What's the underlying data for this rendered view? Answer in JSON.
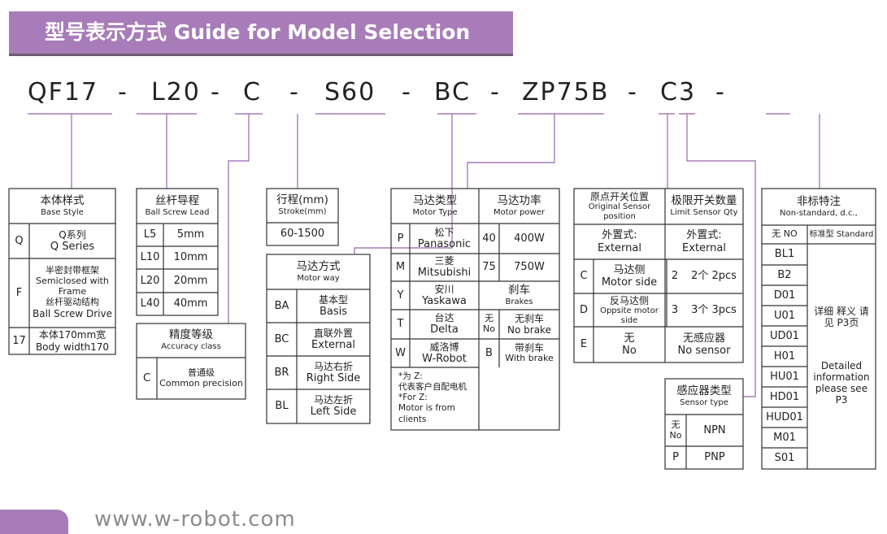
{
  "header": {
    "title": "型号表示方式  Guide for Model Selection"
  },
  "code": [
    "QF17",
    "-",
    "L20",
    "-",
    "C",
    "-",
    "S60",
    "-",
    "BC",
    "-",
    "ZP75B",
    "-",
    "C3",
    "-"
  ],
  "base": {
    "title": "本体样式",
    "title_en": "Base   Style",
    "rows": [
      {
        "code": "Q",
        "desc": "Q系列",
        "desc_en": "Q Series"
      },
      {
        "code": "F",
        "desc": "半密封带框架",
        "desc_en": "Semiclosed with Frame",
        "desc2": "丝杆驱动结构",
        "desc2_en": "Ball Screw Drive"
      },
      {
        "code": "17",
        "desc": "本体170mm宽",
        "desc_en": "Body width170"
      }
    ]
  },
  "lead": {
    "title": "丝杆导程",
    "title_en": "Ball Screw Lead",
    "rows": [
      {
        "code": "L5",
        "value": "5mm"
      },
      {
        "code": "L10",
        "value": "10mm"
      },
      {
        "code": "L20",
        "value": "20mm"
      },
      {
        "code": "L40",
        "value": "40mm"
      }
    ]
  },
  "accuracy": {
    "title": "精度等级",
    "title_en": "Accuracy class",
    "rows": [
      {
        "code": "C",
        "desc": "普通级",
        "desc_en": "Common precision"
      }
    ]
  },
  "stroke": {
    "title": "行程(mm)",
    "title_en": "Stroke(mm)",
    "value": "60-1500"
  },
  "motor_way": {
    "title": "马达方式",
    "title_en": "Motor way",
    "rows": [
      {
        "code": "BA",
        "desc": "基本型",
        "desc_en": "Basis"
      },
      {
        "code": "BC",
        "desc": "直联外置",
        "desc_en": "External"
      },
      {
        "code": "BR",
        "desc": "马达右折",
        "desc_en": "Right Side"
      },
      {
        "code": "BL",
        "desc": "马达左折",
        "desc_en": "Left Side"
      }
    ]
  },
  "motor_type": {
    "title": "马达类型",
    "title_en": "Motor Type",
    "rows": [
      {
        "code": "P",
        "desc": "松下",
        "desc_en": "Panasonic"
      },
      {
        "code": "M",
        "desc": "三菱",
        "desc_en": "Mitsubishi"
      },
      {
        "code": "Y",
        "desc": "安川",
        "desc_en": "Yaskawa"
      },
      {
        "code": "T",
        "desc": "台达",
        "desc_en": "Delta"
      },
      {
        "code": "W",
        "desc": "威洛博",
        "desc_en": "W-Robot"
      }
    ],
    "note": [
      "*为 Z:",
      "代表客户自配电机",
      "*For Z:",
      "Motor is from",
      "clients"
    ]
  },
  "motor_power": {
    "title": "马达功率",
    "title_en": "Motor power",
    "rows": [
      {
        "code": "40",
        "value": "400W"
      },
      {
        "code": "75",
        "value": "750W"
      }
    ]
  },
  "brake": {
    "title": "刹车",
    "title_en": "Brakes",
    "rows": [
      {
        "code": "无 No",
        "desc": "无刹车",
        "desc_en": "No brake"
      },
      {
        "code": "B",
        "desc": "带刹车",
        "desc_en": "With brake"
      }
    ]
  },
  "origin": {
    "title": "原点开关位置",
    "title_en": "Original Sensor position",
    "external": "外置式:",
    "external_en": "External",
    "rows": [
      {
        "code": "C",
        "desc": "马达侧",
        "desc_en": "Motor side"
      },
      {
        "code": "D",
        "desc": "反马达侧",
        "desc_en": "Oppsite motor side"
      },
      {
        "code": "E",
        "desc": "无",
        "desc_en": "No"
      }
    ]
  },
  "limit": {
    "title": "极限开关数量",
    "title_en": "Limit Sensor Qty",
    "external": "外置式:",
    "external_en": "External",
    "rows": [
      {
        "code": "2",
        "value": "2个 2pcs"
      },
      {
        "code": "3",
        "value": "3个 3pcs"
      }
    ],
    "none": "无感应器",
    "none_en": "No sensor"
  },
  "sensor_type": {
    "title": "感应器类型",
    "title_en": "Sensor type",
    "rows": [
      {
        "code": "无 No",
        "value": "NPN"
      },
      {
        "code": "P",
        "value": "PNP"
      }
    ]
  },
  "nonstandard": {
    "title": "非标特注",
    "title_en": "Non-standard, d.c.,",
    "first": {
      "code": "无 NO",
      "value": "标准型 Standard"
    },
    "codes": [
      "BL1",
      "B2",
      "D01",
      "U01",
      "UD01",
      "H01",
      "HU01",
      "HD01",
      "HUD01",
      "M01",
      "S01"
    ],
    "detail": "详细 释义 请见 P3页",
    "detail_en": "Detailed information please see P3"
  },
  "footer": {
    "url": "www.w-robot.com"
  },
  "colors": {
    "accent": "#a77cb8",
    "line": "#a77cb8",
    "grid": "#333333"
  }
}
